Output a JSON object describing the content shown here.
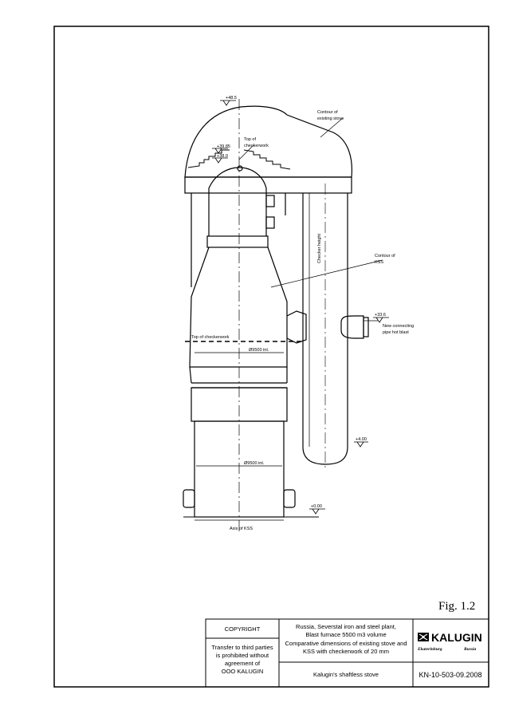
{
  "figure_label": "Fig. 1.2",
  "title_block": {
    "copyright": "COPYRIGHT",
    "notice_lines": [
      "Transfer to third parties",
      "is prohibited without",
      "agreement of",
      "OOO KALUGIN"
    ],
    "description_lines": [
      "Russia, Severstal iron and steel plant,",
      "Blast furnace 5500 m3 volume",
      "Comparative dimensions of existing stove and",
      "KSS with checkerwork of 20 mm"
    ],
    "stove_name": "Kalugin's shaftless stove",
    "brand_name": "KALUGIN",
    "brand_city": "Ekaterinburg",
    "brand_country": "Russia",
    "document_number": "KN-10-503-09.2008"
  },
  "drawing_labels": {
    "contour_existing": [
      "Contour of",
      "existing stove"
    ],
    "top_checker": [
      "Top of",
      "checkerwork"
    ],
    "contour_kss": [
      "Contour of",
      "KSS"
    ],
    "top_checkerwork": "Top of checkerwork",
    "new_connecting": [
      "New connecting",
      "pipe hot blast"
    ],
    "checker_height": "Checker height",
    "axis_kss": "Axis of KSS",
    "dia_upper": "Ø9500 int.",
    "dia_lower": "Ø9500 int.",
    "elev_top": "+48.5",
    "elev_dome": "+39.85",
    "elev_dome2": "+38.0",
    "elev_pipe": "+33.6",
    "elev_ground": "+0.00",
    "elev_side": "+4.00"
  }
}
